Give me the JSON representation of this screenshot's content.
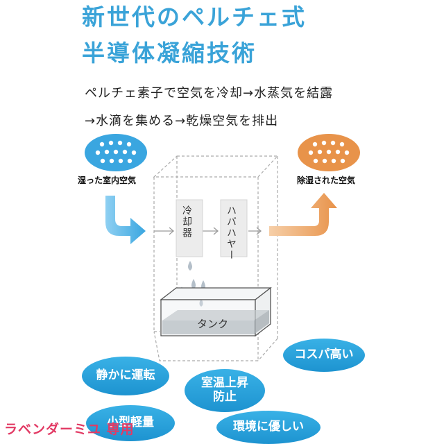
{
  "title": {
    "line1": "新世代のペルチェ式",
    "line2": "半導体凝縮技術"
  },
  "subtitle": {
    "line1": "ペルチェ素子で空気を冷却→水蒸気を結露",
    "line2": "→水滴を集める→乾燥空気を排出"
  },
  "diagram": {
    "inlet_label": "湿った室内空気",
    "outlet_label": "除湿された空気",
    "cooler_label": "冷却器",
    "heater_label": "ハバハヤー",
    "tank_label": "タンク"
  },
  "colors": {
    "title": "#3aa3d8",
    "inlet": "#3aa6e0",
    "outlet": "#e8934a",
    "badge": "#1d93d0",
    "watermark": "#e23a64"
  },
  "badges": {
    "cospa": "コスパ高い",
    "quiet": "静かに運転",
    "temp": "室温上昇防止",
    "small": "小型軽量",
    "eco": "環境に優しい"
  },
  "watermark": "ラベンダーミユ 専用"
}
